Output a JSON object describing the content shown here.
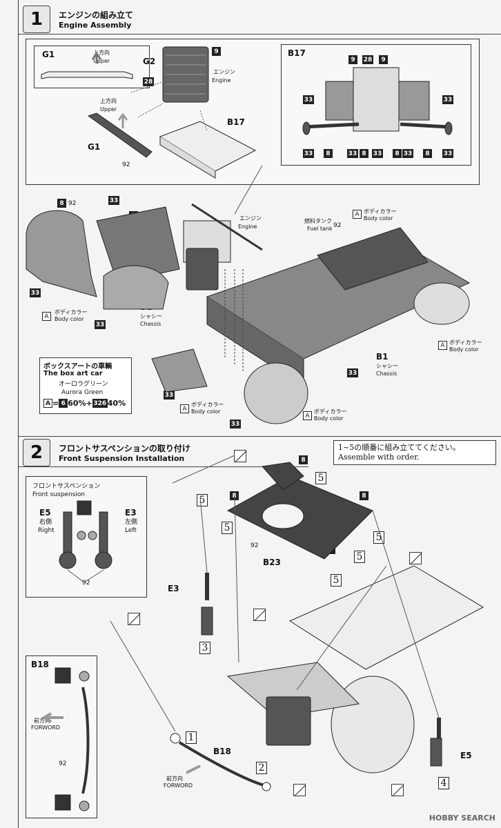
{
  "step1": {
    "number": "1",
    "title_jp": "エンジンの組み立て",
    "title_en": "Engine Assembly",
    "g1": {
      "label": "G1",
      "upper_jp": "上方向",
      "upper_en": "Upper"
    },
    "g2_label": "G2",
    "engine_jp": "エンジン",
    "engine_en": "Engine",
    "upper_jp": "上方向",
    "upper_en": "Upper",
    "g1_label": "G1",
    "b17_label": "B17",
    "b17_box_label": "B17",
    "b1_label": "B1",
    "chassis_jp": "シャシー",
    "chassis_en": "Chassis",
    "fuel_jp": "燃料タンク",
    "fuel_en": "Fuel tank",
    "body_color_jp": "ボディカラー",
    "body_color_en": "Body color",
    "paint_a": "A",
    "boxart": {
      "title_jp": "ボックスアートの車輌",
      "title_en": "The box art car",
      "color_jp": "オーロラグリーン",
      "color_en": "Aurora Green",
      "formula_a": "A",
      "formula_eq": "=",
      "c1": "6",
      "p1": "60%+",
      "c2": "326",
      "p2": "40%"
    },
    "parts": {
      "p8": "8",
      "p9": "9",
      "p28": "28",
      "p33": "33",
      "p92": "92"
    }
  },
  "step2": {
    "number": "2",
    "title_jp": "フロントサスペンションの取り付け",
    "title_en": "Front Suspension Installation",
    "order_note_jp": "1~5の順番に組み立ててください。",
    "order_note_en": "Assemble with order.",
    "inset_title_jp": "フロントサスペンション",
    "inset_title_en": "Front suspension",
    "e5": {
      "label": "E5",
      "side_jp": "右側",
      "side_en": "Right"
    },
    "e3": {
      "label": "E3",
      "side_jp": "左側",
      "side_en": "Left"
    },
    "e3_label": "E3",
    "e5_label": "E5",
    "b23_label": "B23",
    "b18_label": "B18",
    "b18_box_label": "B18",
    "forward_jp": "前方向",
    "forward_en": "FORWORD",
    "orders": [
      "1",
      "2",
      "3",
      "4",
      "5"
    ]
  },
  "watermark": "HOBBY SEARCH"
}
